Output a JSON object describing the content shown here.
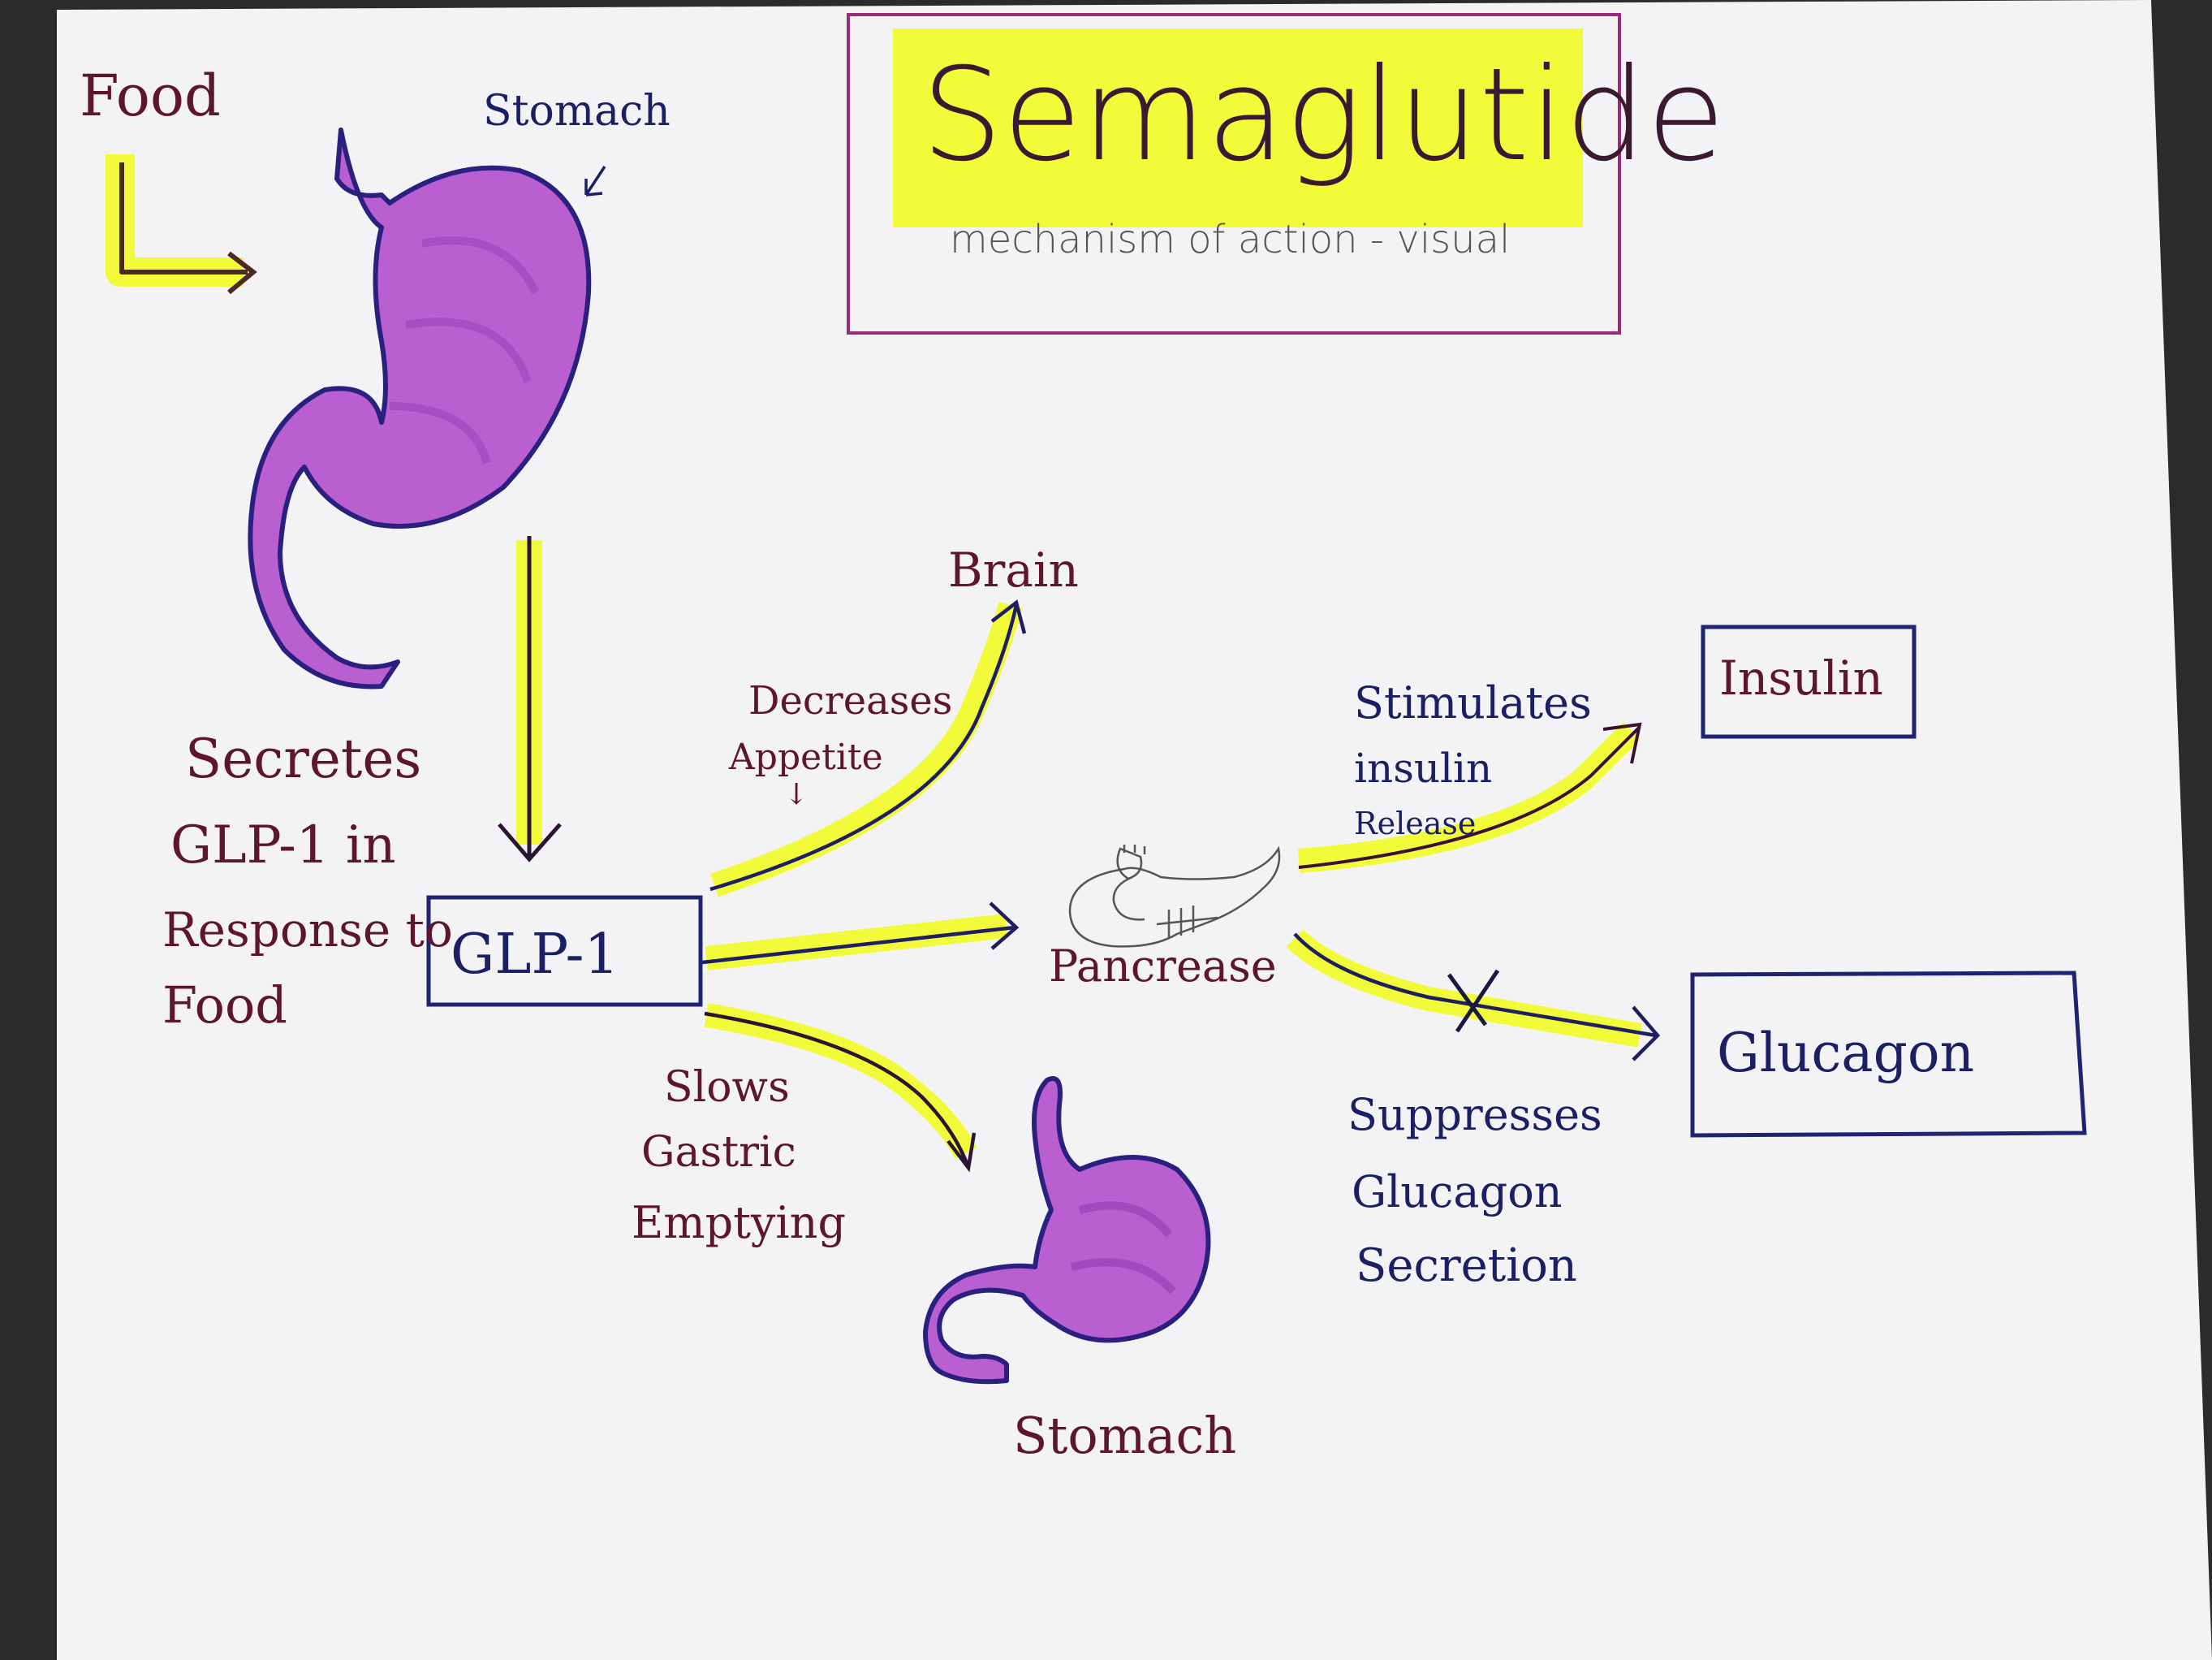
{
  "title": "Semaglutide",
  "subtitle": "mechanism of action - visual",
  "labels": {
    "food": "Food",
    "stomach_top": "Stomach",
    "secretes": [
      "Secretes",
      "GLP-1 in",
      "Response to",
      "Food"
    ],
    "glp1": "GLP-1",
    "brain": "Brain",
    "decreases": "Decreases",
    "appetite": "Appetite",
    "appetite_arrow": "↓",
    "pancreas": "Pancrease",
    "stimulates": [
      "Stimulates",
      "insulin",
      "Release"
    ],
    "insulin": "Insulin",
    "glucagon": "Glucagon",
    "suppresses": [
      "Suppresses",
      "Glucagon",
      "Secretion"
    ],
    "slows": [
      "Slows",
      "Gastric",
      "Emptying"
    ],
    "stomach_bottom": "Stomach"
  },
  "colors": {
    "highlight": "#f2fb3a",
    "stomach_fill": "#b95fcf",
    "stomach_outline": "#2a2080",
    "box_outline": "#1f2470",
    "title_frame": "#9a2a7a",
    "text_maroon": "#5e1530",
    "text_navy": "#1b1f63",
    "paper": "#f3f3f6"
  }
}
